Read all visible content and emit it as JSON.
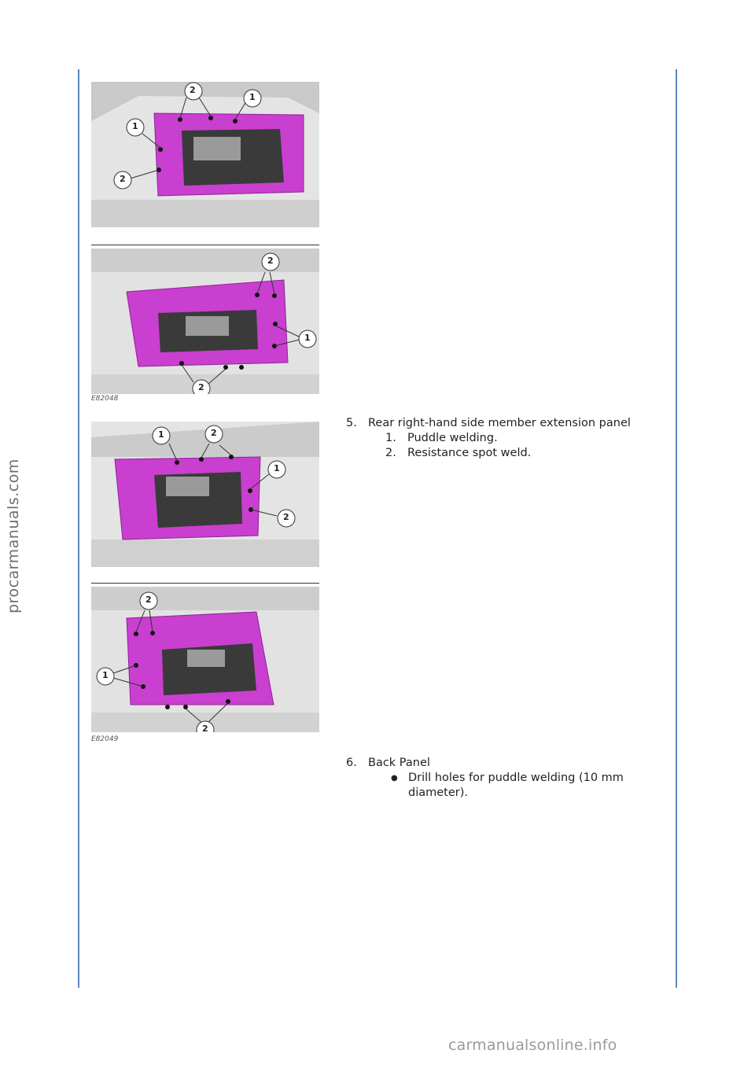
{
  "sidebar_watermark": "procarmanuals.com",
  "figures": [
    {
      "id": "",
      "callouts": [
        "1",
        "2",
        "1",
        "2"
      ]
    },
    {
      "id": "E82048",
      "callouts": [
        "2",
        "1",
        "2"
      ]
    },
    {
      "id": "",
      "callouts": [
        "1",
        "2",
        "1",
        "2"
      ]
    },
    {
      "id": "E82049",
      "callouts": [
        "2",
        "1",
        "2"
      ]
    }
  ],
  "steps": {
    "step5": {
      "number": "5.",
      "title": "Rear right-hand side member extension panel",
      "items": [
        {
          "number": "1.",
          "text": "Puddle welding."
        },
        {
          "number": "2.",
          "text": "Resistance spot weld."
        }
      ]
    },
    "step6": {
      "number": "6.",
      "title": "Back Panel",
      "bullets": [
        {
          "text": "Drill holes for puddle welding (10 mm diameter)."
        }
      ]
    }
  },
  "footer_watermark": "carmanualsonline.info",
  "colors": {
    "panel": "#c93fd0",
    "rule": "#5b86c2",
    "metal": "#d8d8d8"
  }
}
